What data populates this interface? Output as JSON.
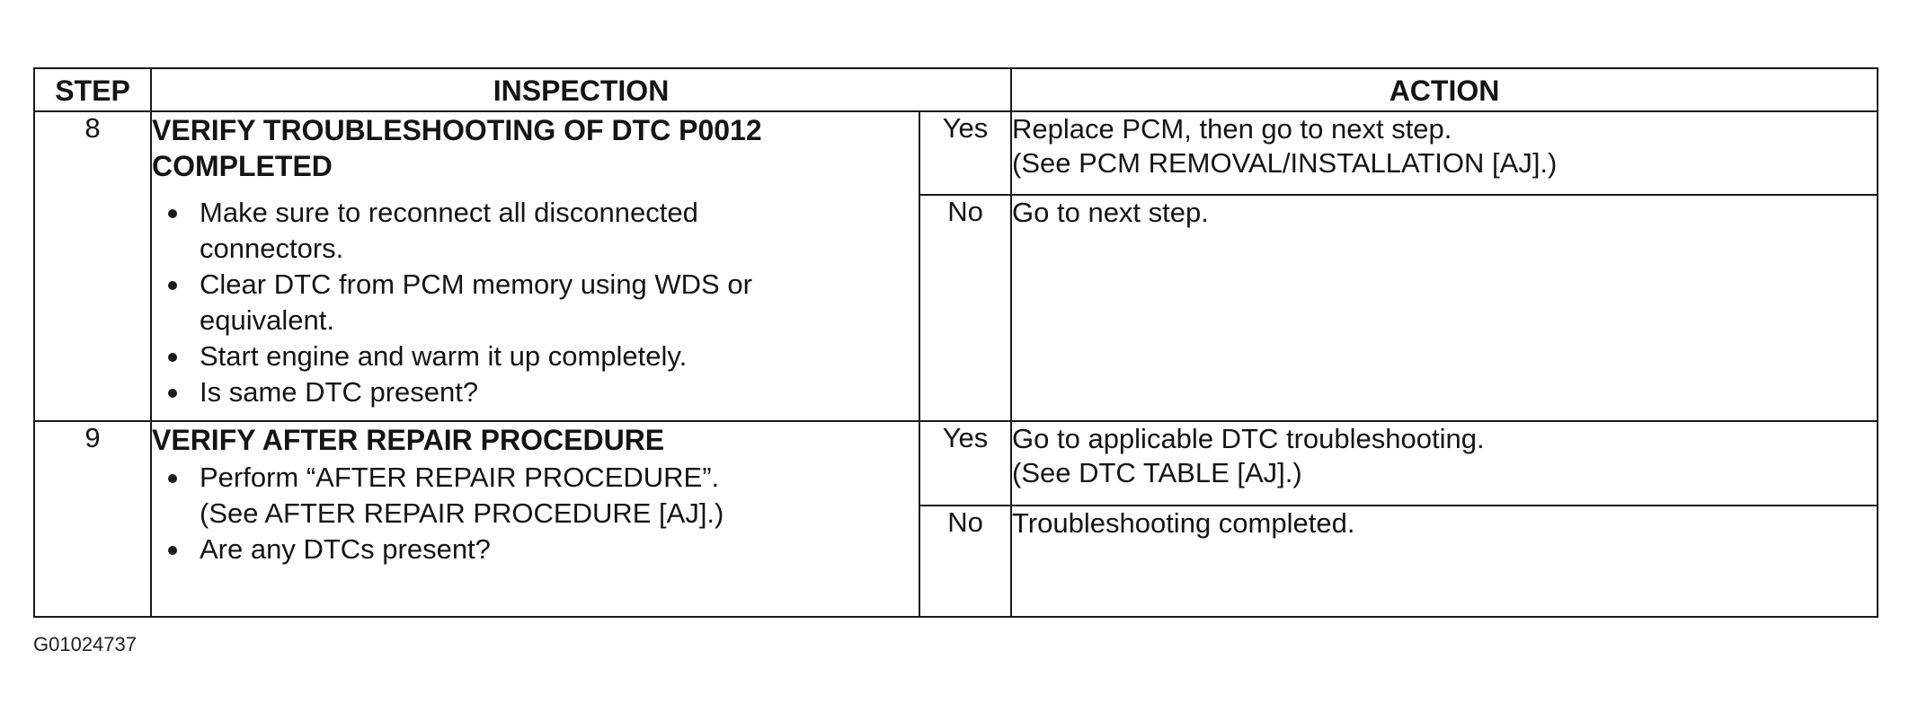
{
  "headers": {
    "step": "STEP",
    "inspection": "INSPECTION",
    "action": "ACTION"
  },
  "rows": [
    {
      "step": "8",
      "title_lines": [
        "VERIFY TROUBLESHOOTING OF DTC P0012",
        "COMPLETED"
      ],
      "bullets": [
        {
          "lines": [
            "Make sure to reconnect all disconnected",
            "connectors."
          ]
        },
        {
          "lines": [
            "Clear DTC from PCM memory using WDS or",
            "equivalent."
          ]
        },
        {
          "lines": [
            "Start engine and warm it up completely."
          ]
        },
        {
          "lines": [
            "Is same DTC present?"
          ]
        }
      ],
      "yes": {
        "label": "Yes",
        "lines": [
          "Replace PCM, then go to next step.",
          "(See PCM REMOVAL/INSTALLATION [AJ].)"
        ]
      },
      "no": {
        "label": "No",
        "lines": [
          "Go to next step."
        ]
      }
    },
    {
      "step": "9",
      "title_lines": [
        "VERIFY AFTER REPAIR PROCEDURE"
      ],
      "bullets": [
        {
          "lines": [
            "Perform “AFTER REPAIR PROCEDURE”.",
            "(See AFTER REPAIR PROCEDURE [AJ].)"
          ]
        },
        {
          "lines": [
            "Are any DTCs present?"
          ]
        }
      ],
      "yes": {
        "label": "Yes",
        "lines": [
          "Go to applicable DTC troubleshooting.",
          "(See DTC TABLE [AJ].)"
        ]
      },
      "no": {
        "label": "No",
        "lines": [
          "Troubleshooting completed."
        ]
      }
    }
  ],
  "figure_id": "G01024737"
}
